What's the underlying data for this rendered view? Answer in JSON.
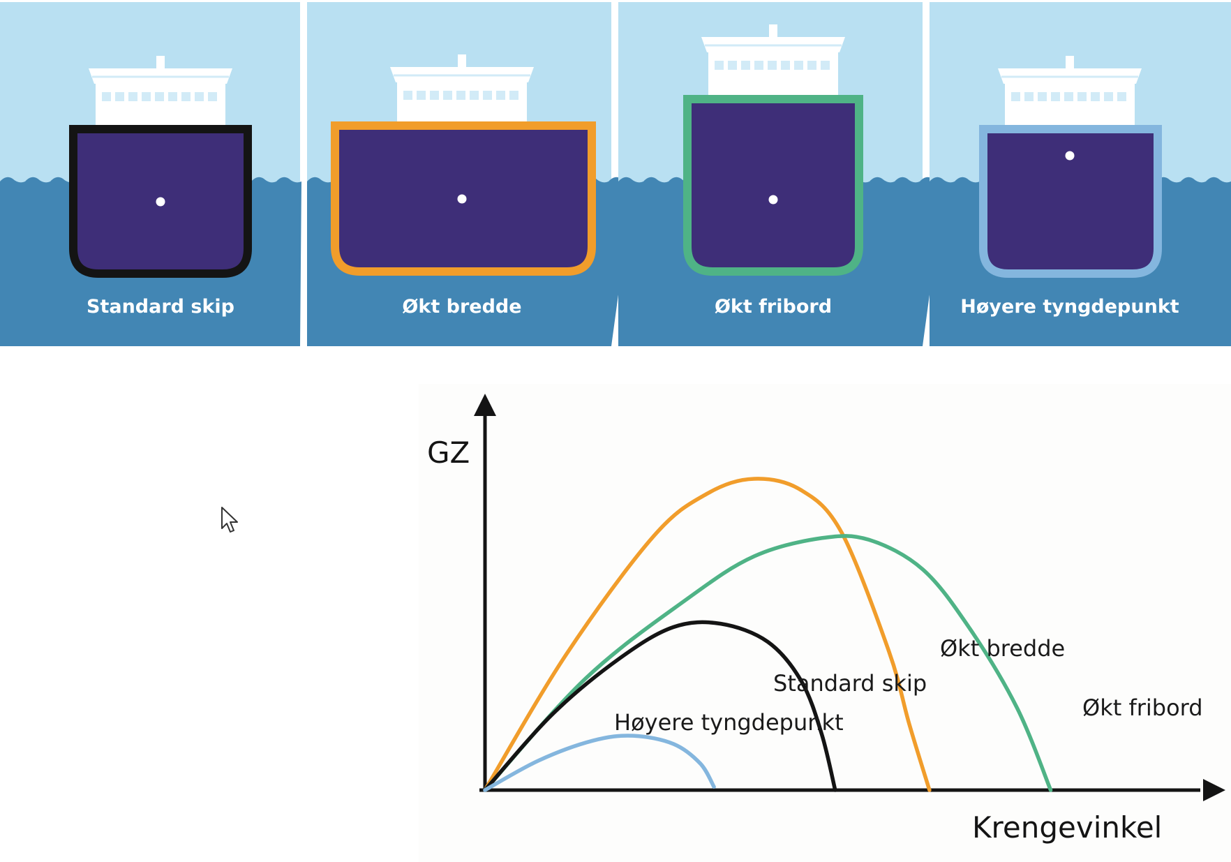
{
  "colors": {
    "sky": "#b9e0f2",
    "sea": "#4286b4",
    "hull_fill": "#3e2e78",
    "superstructure": "#ffffff",
    "window": "#d2ebf7",
    "standard": "#141414",
    "wider": "#f19d2b",
    "freeboard": "#4fb386",
    "higher_cg": "#84b6de",
    "chart_bg": "#fdfdfc",
    "axis": "#141414"
  },
  "panels": [
    {
      "label": "Standard skip",
      "outline_color_key": "standard"
    },
    {
      "label": "Økt bredde",
      "outline_color_key": "wider"
    },
    {
      "label": "Økt fribord",
      "outline_color_key": "freeboard"
    },
    {
      "label": "Høyere tyngdepunkt",
      "outline_color_key": "higher_cg"
    }
  ],
  "chart_data": {
    "type": "line",
    "ylabel": "GZ",
    "xlabel": "Krengevinkel",
    "xlim": [
      0,
      100
    ],
    "ylim": [
      0,
      100
    ],
    "series": [
      {
        "name": "Økt bredde",
        "color_key": "wider",
        "points": [
          [
            0,
            0
          ],
          [
            12,
            41
          ],
          [
            25,
            77
          ],
          [
            33,
            90
          ],
          [
            40,
            94.5
          ],
          [
            47,
            91
          ],
          [
            53,
            78
          ],
          [
            60,
            42
          ],
          [
            63,
            20
          ],
          [
            66,
            0
          ]
        ]
      },
      {
        "name": "Økt fribord",
        "color_key": "freeboard",
        "points": [
          [
            0,
            0
          ],
          [
            15,
            34
          ],
          [
            30,
            58
          ],
          [
            40,
            71
          ],
          [
            50,
            76.5
          ],
          [
            57,
            76
          ],
          [
            65,
            67
          ],
          [
            72,
            49
          ],
          [
            79,
            25
          ],
          [
            84,
            0
          ]
        ]
      },
      {
        "name": "Standard skip",
        "color_key": "standard",
        "points": [
          [
            0,
            0
          ],
          [
            10,
            23
          ],
          [
            20,
            40
          ],
          [
            28,
            49.5
          ],
          [
            35,
            50.5
          ],
          [
            42,
            45
          ],
          [
            47,
            33
          ],
          [
            50,
            17
          ],
          [
            52,
            0
          ]
        ]
      },
      {
        "name": "Høyere tyngdepunkt",
        "color_key": "higher_cg",
        "points": [
          [
            0,
            0
          ],
          [
            8,
            9
          ],
          [
            16,
            15
          ],
          [
            22,
            16.5
          ],
          [
            28,
            14
          ],
          [
            32,
            8
          ],
          [
            34,
            1
          ]
        ]
      }
    ]
  }
}
